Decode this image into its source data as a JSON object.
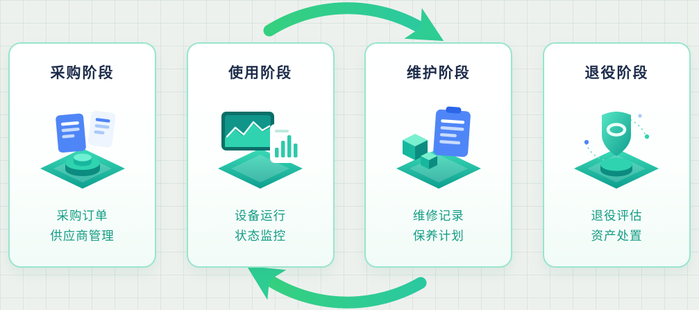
{
  "diagram": {
    "name": "asset-lifecycle-cycle-diagram",
    "theme": {
      "background": "#edf1ee",
      "grid_line": "#c2d6cf",
      "card_border": "#97e5cd",
      "card_background": "#ffffff",
      "title_color": "#1c2b4a",
      "caption_color": "#149c85",
      "arrow_green": "#35d07f",
      "arrow_teal": "#2bc9a0",
      "icon_blue": "#4f86f7",
      "icon_teal": "#2fd3b0"
    },
    "cycle": {
      "top_arrow": "clockwise-top-arc",
      "bottom_arrow": "clockwise-bottom-arc"
    },
    "stages": [
      {
        "title": "采购阶段",
        "icon": "documents-and-pedestal-icon",
        "captions": [
          "采购订单",
          "供应商管理"
        ]
      },
      {
        "title": "使用阶段",
        "icon": "monitor-analytics-icon",
        "captions": [
          "设备运行",
          "状态监控"
        ]
      },
      {
        "title": "维护阶段",
        "icon": "clipboard-and-cubes-icon",
        "captions": [
          "维修记录",
          "保养计划"
        ]
      },
      {
        "title": "退役阶段",
        "icon": "shield-pedestal-icon",
        "captions": [
          "退役评估",
          "资产处置"
        ]
      }
    ]
  }
}
